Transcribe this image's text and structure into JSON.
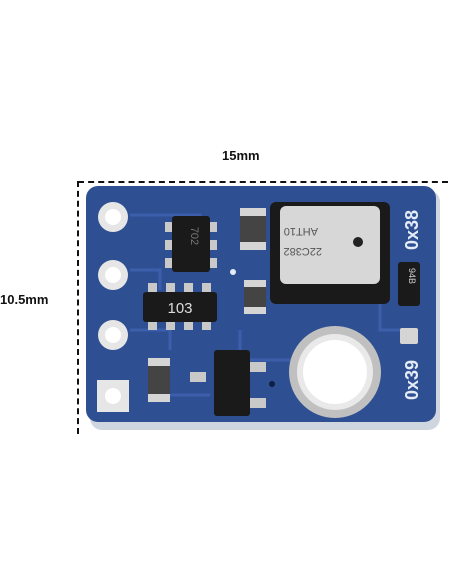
{
  "dimensions": {
    "width_label": "15mm",
    "height_label": "10.5mm"
  },
  "board": {
    "addr_a": "0x38",
    "addr_b": "0x39",
    "sensor_line1": "AHT10",
    "sensor_line2": "22C382",
    "resistor_label": "103",
    "regulator_label": "702",
    "small_part_label": "94B"
  },
  "colors": {
    "pcb": "#2f4f93",
    "pcb_dark": "#1f3a78",
    "silk": "#e6ecf7",
    "pad": "#d7d7d7",
    "chip": "#1a1a1a"
  }
}
